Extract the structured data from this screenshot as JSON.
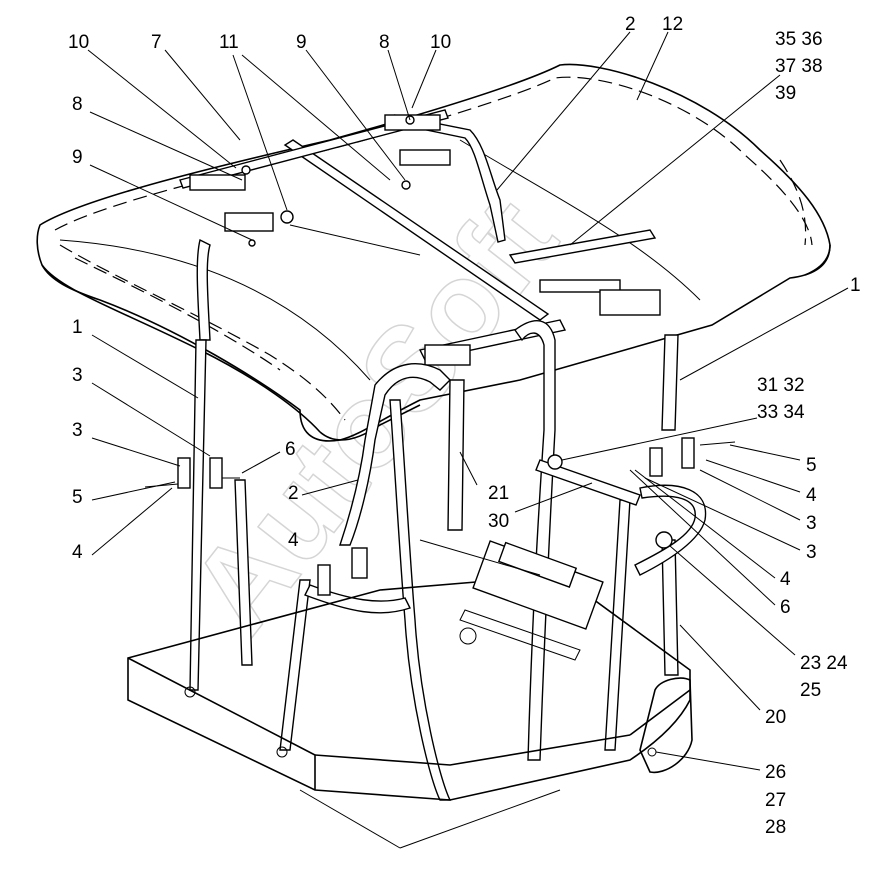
{
  "watermark": "AutoSoft",
  "callouts": [
    {
      "id": "c10a",
      "text": "10"
    },
    {
      "id": "c7",
      "text": "7"
    },
    {
      "id": "c11",
      "text": "11"
    },
    {
      "id": "c9a",
      "text": "9"
    },
    {
      "id": "c8a",
      "text": "8"
    },
    {
      "id": "c10b",
      "text": "10"
    },
    {
      "id": "c2a",
      "text": "2"
    },
    {
      "id": "c12",
      "text": "12"
    },
    {
      "id": "c35",
      "text": "35 36"
    },
    {
      "id": "c37",
      "text": "37 38"
    },
    {
      "id": "c39",
      "text": "39"
    },
    {
      "id": "c8b",
      "text": "8"
    },
    {
      "id": "c9b",
      "text": "9"
    },
    {
      "id": "c1a",
      "text": "1"
    },
    {
      "id": "c1b",
      "text": "1"
    },
    {
      "id": "c3a",
      "text": "3"
    },
    {
      "id": "c3b",
      "text": "3"
    },
    {
      "id": "c6a",
      "text": "6"
    },
    {
      "id": "c5a",
      "text": "5"
    },
    {
      "id": "c4a",
      "text": "4"
    },
    {
      "id": "c4b",
      "text": "4"
    },
    {
      "id": "c2b",
      "text": "2"
    },
    {
      "id": "c21",
      "text": "21"
    },
    {
      "id": "c30",
      "text": "30"
    },
    {
      "id": "c31",
      "text": "31 32"
    },
    {
      "id": "c33",
      "text": "33 34"
    },
    {
      "id": "c5b",
      "text": "5"
    },
    {
      "id": "c4c",
      "text": "4"
    },
    {
      "id": "c3c",
      "text": "3"
    },
    {
      "id": "c3d",
      "text": "3"
    },
    {
      "id": "c4d",
      "text": "4"
    },
    {
      "id": "c6b",
      "text": "6"
    },
    {
      "id": "c23",
      "text": "23 24"
    },
    {
      "id": "c25",
      "text": "25"
    },
    {
      "id": "c20",
      "text": "20"
    },
    {
      "id": "c26",
      "text": "26"
    },
    {
      "id": "c27",
      "text": "27"
    },
    {
      "id": "c28",
      "text": "28"
    }
  ]
}
